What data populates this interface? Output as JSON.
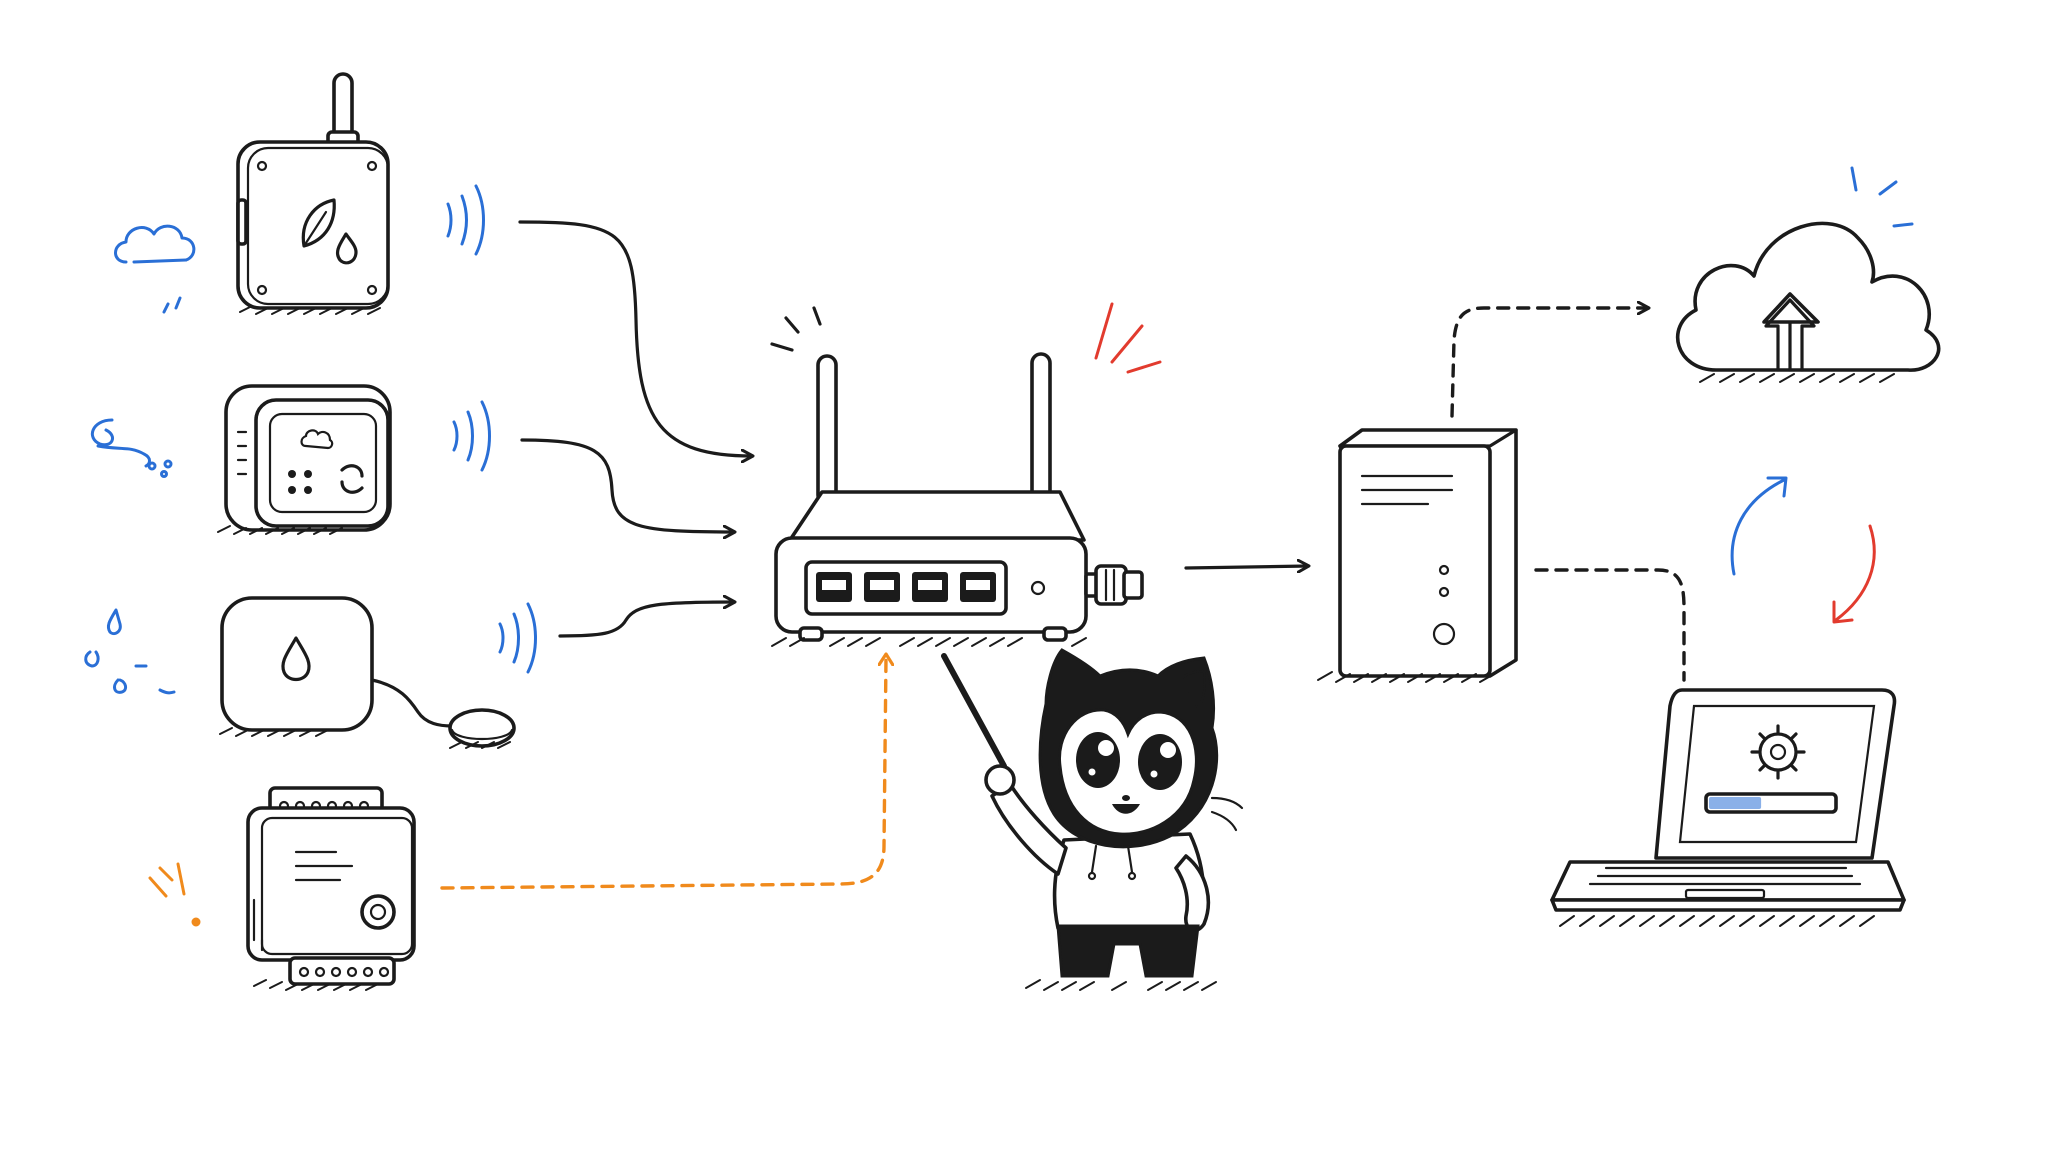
{
  "colors": {
    "ink": "#1b1b1b",
    "accent_blue": "#2a6fd6",
    "accent_red": "#e23b2e",
    "accent_orange": "#f08a1c",
    "background": "#ffffff"
  },
  "nodes": [
    {
      "id": "leaf-sensor",
      "icon": "leaf-water-drop-icon"
    },
    {
      "id": "air-quality-sensor",
      "icon": "cloud-face-icon"
    },
    {
      "id": "water-leak-sensor",
      "icon": "water-drop-icon"
    },
    {
      "id": "din-rail-controller",
      "icon": "din-rail-module-icon"
    },
    {
      "id": "router",
      "icon": "router-icon"
    },
    {
      "id": "server",
      "icon": "server-tower-icon"
    },
    {
      "id": "cloud",
      "icon": "cloud-upload-icon"
    },
    {
      "id": "laptop",
      "icon": "laptop-settings-icon"
    },
    {
      "id": "cat-presenter",
      "icon": "cat-with-pointer-icon"
    }
  ],
  "edges": [
    {
      "from": "leaf-sensor",
      "to": "router",
      "style": "solid"
    },
    {
      "from": "air-quality-sensor",
      "to": "router",
      "style": "solid"
    },
    {
      "from": "water-leak-sensor",
      "to": "router",
      "style": "solid"
    },
    {
      "from": "din-rail-controller",
      "to": "router",
      "style": "dashed",
      "color": "#f08a1c"
    },
    {
      "from": "router",
      "to": "server",
      "style": "solid"
    },
    {
      "from": "server",
      "to": "cloud",
      "style": "dashed"
    },
    {
      "from": "server",
      "to": "laptop",
      "style": "dashed"
    }
  ],
  "laptop_progress": 0.42
}
